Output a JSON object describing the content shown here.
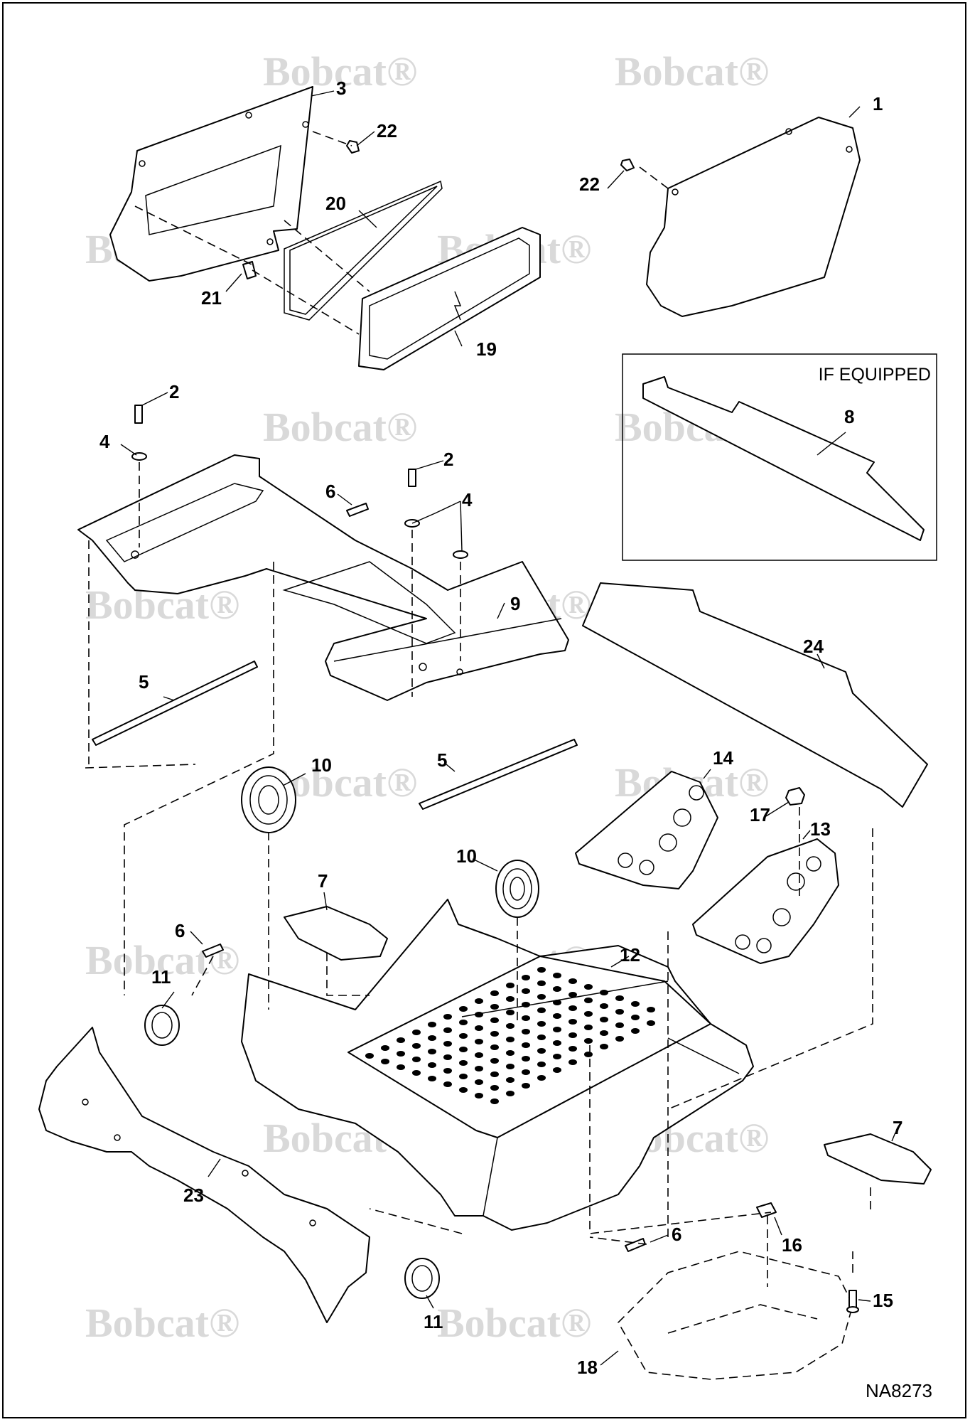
{
  "figure_code": "NA8273",
  "inset_box_label": "IF EQUIPPED",
  "watermark_text": "Bobcat",
  "watermark_mark": "®",
  "callouts": [
    "1",
    "2",
    "2",
    "3",
    "4",
    "4",
    "5",
    "5",
    "6",
    "6",
    "6",
    "7",
    "7",
    "8",
    "9",
    "10",
    "10",
    "11",
    "11",
    "12",
    "13",
    "14",
    "15",
    "16",
    "17",
    "18",
    "19",
    "20",
    "21",
    "22",
    "22",
    "23",
    "24"
  ],
  "colors": {
    "line": "#000000",
    "watermark": "#d9d9d9",
    "background": "#ffffff"
  }
}
